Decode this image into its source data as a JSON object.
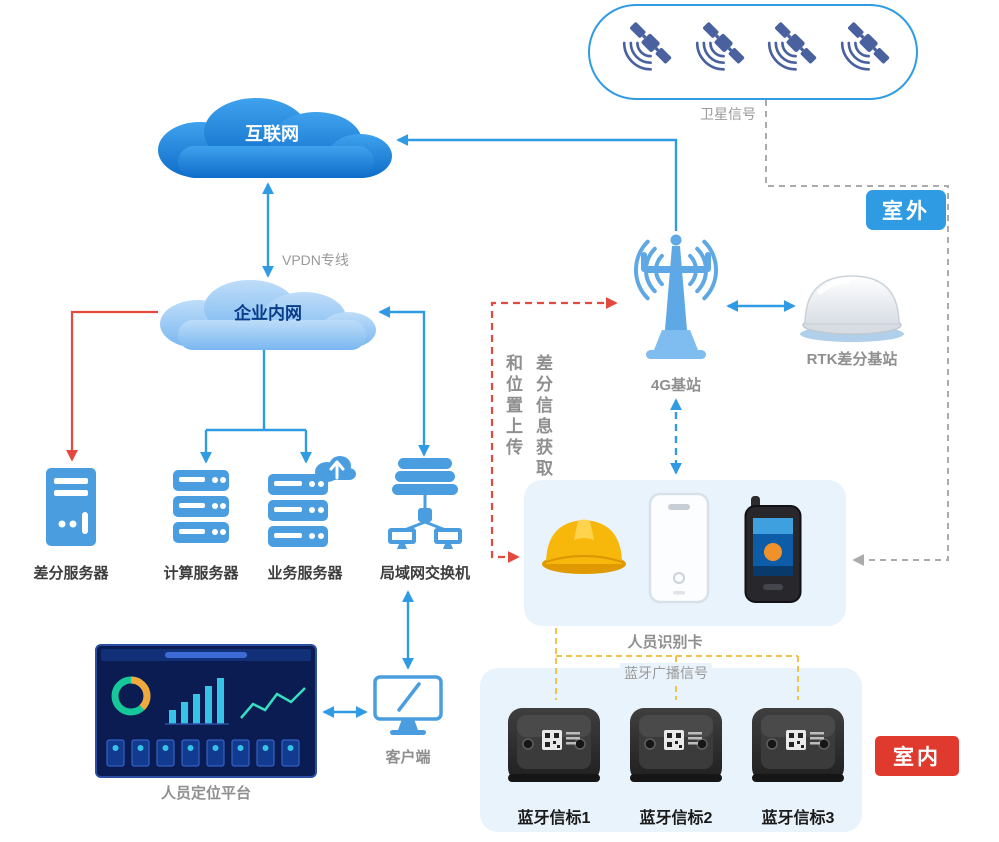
{
  "diagram": {
    "zones": {
      "outdoor": "室外",
      "indoor": "室内"
    },
    "clouds": {
      "internet": "互联网",
      "intranet": "企业内网"
    },
    "links": {
      "vpdn": "VPDN专线",
      "satellite_signal": "卫星信号",
      "bluetooth_broadcast": "蓝牙广播信号",
      "diff_info_col": "差分信息获取",
      "upload_col": "和位置上传"
    },
    "nodes": {
      "station_4g": "4G基站",
      "rtk_base": "RTK差分基站",
      "diff_server": "差分服务器",
      "compute_server": "计算服务器",
      "business_server": "业务服务器",
      "lan_switch": "局域网交换机",
      "person_card": "人员识别卡",
      "platform": "人员定位平台",
      "client": "客户端",
      "beacon_1": "蓝牙信标1",
      "beacon_2": "蓝牙信标2",
      "beacon_3": "蓝牙信标3"
    },
    "icons": [
      "satellite-icon",
      "cloud-shape",
      "tower-4g-icon",
      "rtk-dome-icon",
      "tower-server-icon",
      "rack-server-icon",
      "cloud-server-icon",
      "lan-switch-icon",
      "helmet-icon",
      "id-card-icon",
      "handheld-terminal-icon",
      "dashboard-icon",
      "monitor-icon",
      "bluetooth-beacon-icon"
    ],
    "colors": {
      "line_blue": "#2F9BE3",
      "line_red": "#E5493D",
      "line_gray": "#ABABAB",
      "line_yellow": "#F2C14E",
      "icon_blue": "#4A9EE0",
      "tower_blue": "#5FA8E6",
      "satellite_blue": "#49619F",
      "cloud_internet_fill": "#0E6CC9",
      "cloud_intranet_fill": "#8FC3F3",
      "panel_bg": "#E9F3FB",
      "badge_outdoor_bg": "#2F9BE3",
      "badge_indoor_bg": "#E0392E",
      "helmet_yellow": "#F7B80B"
    }
  }
}
